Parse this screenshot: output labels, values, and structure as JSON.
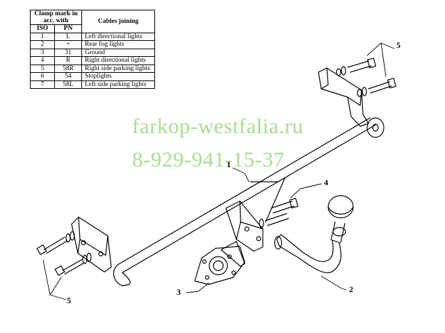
{
  "table": {
    "header_clamp": "Clamp mark in acc. with",
    "header_iso": "ISO",
    "header_pn": "PN",
    "header_cables": "Cables joining",
    "rows": [
      {
        "iso": "1",
        "pn": "L",
        "desc": "Left directional lights"
      },
      {
        "iso": "2",
        "pn": "+",
        "desc": "Rear fog lights"
      },
      {
        "iso": "3",
        "pn": "31",
        "desc": "Ground"
      },
      {
        "iso": "4",
        "pn": "R",
        "desc": "Right directional lights"
      },
      {
        "iso": "5",
        "pn": "58R",
        "desc": "Right side parking lights"
      },
      {
        "iso": "6",
        "pn": "54",
        "desc": "Stoplights"
      },
      {
        "iso": "7",
        "pn": "58L",
        "desc": "Left side parking lights"
      }
    ]
  },
  "watermark": {
    "site": "farkop-westfalia.ru",
    "phone": "8-929-941-15-37",
    "color": "#a9dd93"
  },
  "callouts": {
    "c1": "1",
    "c2": "2",
    "c3": "3",
    "c4": "4",
    "c5_top": "5",
    "c5_bottom": "5"
  }
}
